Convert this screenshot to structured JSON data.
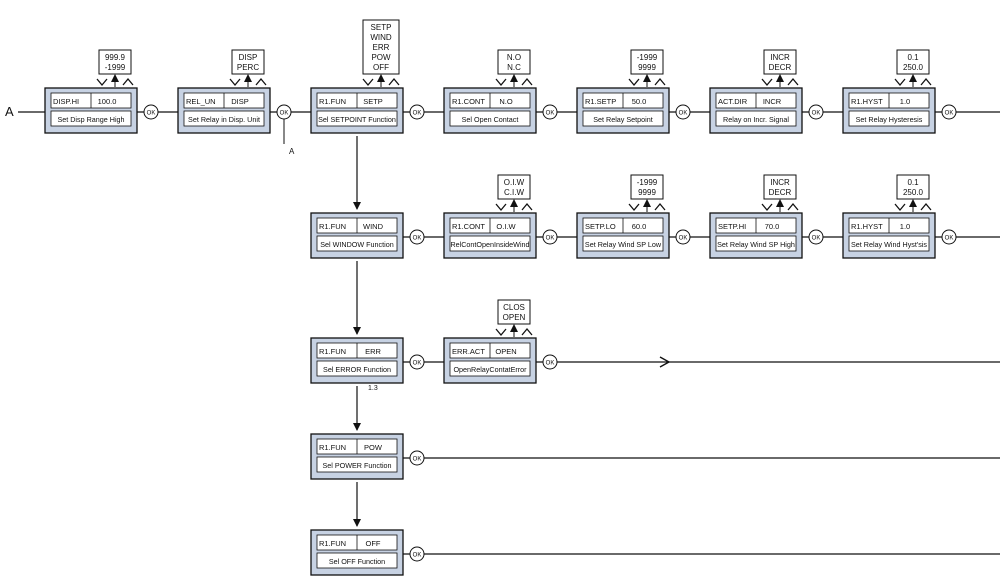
{
  "entry_label": "A",
  "branch_label": "A",
  "ok_label": "OK",
  "step_label": "1.3",
  "up_glyph": "^",
  "down_glyph": "v",
  "rows": [
    {
      "id": "setp",
      "blocks": [
        {
          "id": "disp-hi",
          "param": "DISP.HI",
          "value": "100.0",
          "desc": "Set Disp Range High",
          "options": [
            "999.9",
            "-1999"
          ]
        },
        {
          "id": "rel-un",
          "param": "REL_UN",
          "value": "DISP",
          "desc": "Set Relay in Disp. Unit",
          "options": [
            "DISP",
            "PERC"
          ]
        },
        {
          "id": "r1-fun-setp",
          "param": "R1.FUN",
          "value": "SETP",
          "desc": "Sel SETPOINT Function",
          "options": [
            "SETP",
            "WIND",
            "ERR",
            "POW",
            "OFF"
          ]
        },
        {
          "id": "r1-cont",
          "param": "R1.CONT",
          "value": "N.O",
          "desc": "Sel  Open Contact",
          "options": [
            "N.O",
            "N.C"
          ]
        },
        {
          "id": "r1-setp",
          "param": "R1.SETP",
          "value": "50.0",
          "desc": "Set Relay Setpoint",
          "options": [
            "-1999",
            "9999"
          ]
        },
        {
          "id": "act-dir",
          "param": "ACT.DIR",
          "value": "INCR",
          "desc": "Relay on Incr. Signal",
          "options": [
            "INCR",
            "DECR"
          ]
        },
        {
          "id": "r1-hyst",
          "param": "R1.HYST",
          "value": "1.0",
          "desc": "Set Relay Hysteresis",
          "options": [
            "0.1",
            "250.0"
          ]
        }
      ]
    },
    {
      "id": "wind",
      "blocks": [
        {
          "id": "r1-fun-wind",
          "param": "R1.FUN",
          "value": "WIND",
          "desc": "Sel WINDOW Function",
          "options": []
        },
        {
          "id": "r1-cont-wind",
          "param": "R1.CONT",
          "value": "O.I.W",
          "desc": "RelContOpenInsideWind",
          "options": [
            "O.I.W",
            "C.I.W"
          ]
        },
        {
          "id": "setp-lo",
          "param": "SETP.LO",
          "value": "60.0",
          "desc": "Set Relay Wind SP Low",
          "options": [
            "-1999",
            "9999"
          ]
        },
        {
          "id": "setp-hi",
          "param": "SETP.HI",
          "value": "70.0",
          "desc": "Set Relay Wind SP High",
          "options": [
            "INCR",
            "DECR"
          ]
        },
        {
          "id": "r1-hyst-wind",
          "param": "R1.HYST",
          "value": "1.0",
          "desc": "Set Relay Wind Hyst'sis",
          "options": [
            "0.1",
            "250.0"
          ]
        }
      ]
    },
    {
      "id": "err",
      "blocks": [
        {
          "id": "r1-fun-err",
          "param": "R1.FUN",
          "value": "ERR",
          "desc": "Sel ERROR Function",
          "options": []
        },
        {
          "id": "err-act",
          "param": "ERR.ACT",
          "value": "OPEN",
          "desc": "OpenRelayContatError",
          "options": [
            "CLOS",
            "OPEN"
          ]
        }
      ]
    },
    {
      "id": "pow",
      "blocks": [
        {
          "id": "r1-fun-pow",
          "param": "R1.FUN",
          "value": "POW",
          "desc": "Sel POWER Function",
          "options": []
        }
      ]
    },
    {
      "id": "off",
      "blocks": [
        {
          "id": "r1-fun-off",
          "param": "R1.FUN",
          "value": "OFF",
          "desc": "Sel OFF Function",
          "options": []
        }
      ]
    }
  ]
}
